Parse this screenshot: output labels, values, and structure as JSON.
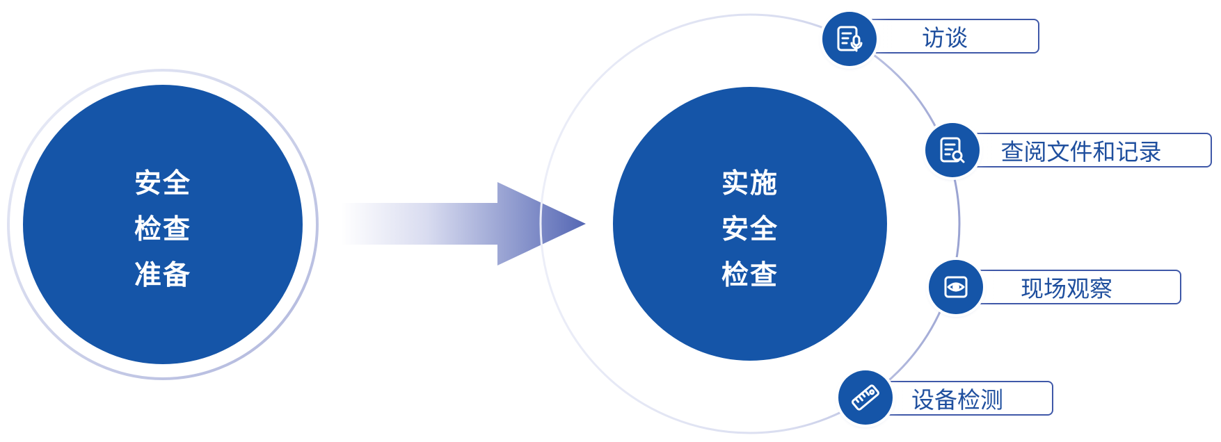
{
  "left_circle": {
    "lines": [
      "安全",
      "检查",
      "准备"
    ]
  },
  "center_circle": {
    "lines": [
      "实施",
      "安全",
      "检查"
    ]
  },
  "methods": [
    {
      "label": "访谈",
      "icon": "interview-document-mic-icon"
    },
    {
      "label": "查阅文件和记录",
      "icon": "document-search-icon"
    },
    {
      "label": "现场观察",
      "icon": "eye-observe-icon"
    },
    {
      "label": "设备检测",
      "icon": "ruler-measure-icon"
    }
  ],
  "colors": {
    "primary": "#1555a8",
    "ring": "#c9cde8",
    "arrow_light": "#ffffff",
    "arrow_dark": "#5567b4",
    "label_text": "#1f4f9e"
  }
}
